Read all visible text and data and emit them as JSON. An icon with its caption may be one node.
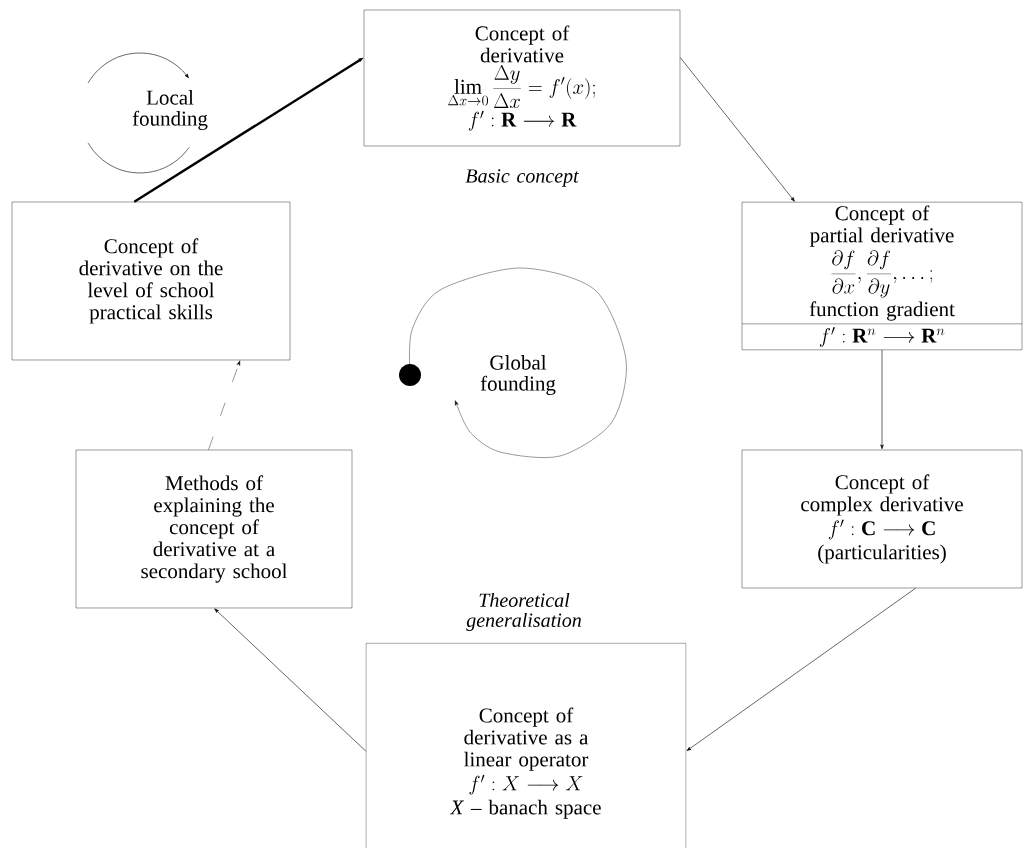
{
  "diagram": {
    "nodes": [
      {
        "text": [
          "Concept of derivative",
          "\\lim_{\\Delta x\\to 0}\\frac{\\Delta y}{\\Delta x} = f'(x);",
          "f' : \\mathbf{R}\\longrightarrow\\mathbf{R}"
        ],
        "beside": [
          "Basic concept"
        ]
      },
      {
        "text": [
          "Concept of derivative on the level of school practical skills"
        ]
      },
      {
        "text": [
          "Concept of partial derivative",
          "\\frac{\\partial f}{\\partial x}, \\frac{\\partial f}{\\partial y}, \\ldots;",
          "function gradient",
          "f' : \\mathbf{R}^n\\longrightarrow\\mathbf{R}^n"
        ]
      },
      {
        "text": [
          "Concept of complex derivative",
          "f' : \\mathbf{C}\\longrightarrow\\mathbf{C}",
          "(particularities)"
        ]
      },
      {
        "text": [
          "Concept of derivative as a linear operator",
          "f' : X\\longrightarrow X",
          "*X* – banach space"
        ],
        "beside": [
          "Theoretical generalisation"
        ]
      },
      {
        "text": [
          "Methods of explaining the concept of derivative at a secondary school"
        ]
      }
    ],
    "edges": [
      {
        "from": 0,
        "to": 2,
        "arrow": "to"
      },
      {
        "from": 2,
        "to": 3,
        "arrow": "to"
      },
      {
        "from": 3,
        "to": 4,
        "arrow": "to"
      },
      {
        "from": 4,
        "to": 5,
        "arrow": "to"
      },
      {
        "from": 5,
        "to": 1,
        "arrow": "to",
        "style": "dashed"
      },
      {
        "from": 1,
        "to": 0,
        "arrow": "to",
        "style": "thick"
      }
    ],
    "labels": [
      "Local founding",
      "Global founding"
    ]
  }
}
